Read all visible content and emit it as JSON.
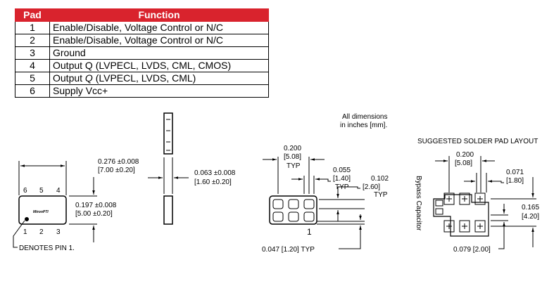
{
  "table": {
    "headers": [
      "Pad",
      "Function"
    ],
    "rows": [
      {
        "pad": "1",
        "function": "Enable/Disable, Voltage Control or N/C"
      },
      {
        "pad": "2",
        "function": "Enable/Disable, Voltage Control or N/C"
      },
      {
        "pad": "3",
        "function": "Ground"
      },
      {
        "pad": "4",
        "function": "Output Q (LVPECL, LVDS, CML, CMOS)"
      },
      {
        "pad": "5",
        "pre": "Output ",
        "qbar": "Q",
        "post": " (LVPECL, LVDS, CML)"
      },
      {
        "pad": "6",
        "function": "Supply Vcc+"
      }
    ]
  },
  "notes": {
    "all_dims_1": "All dimensions",
    "all_dims_2": "in inches [mm].",
    "solder_title": "SUGGESTED SOLDER PAD LAYOUT",
    "bypass": "Bypass Capacitor",
    "pin1": "DENOTES PIN 1.",
    "logo": "MtronPTI"
  },
  "top_view": {
    "width_in": "0.276 ±0.008",
    "width_mm": "[7.00 ±0.20]",
    "height_in": "0.197 ±0.008",
    "height_mm": "[5.00 ±0.20]",
    "pins_top": [
      "6",
      "5",
      "4"
    ],
    "pins_bottom": [
      "1",
      "2",
      "3"
    ]
  },
  "side_view": {
    "thick_in": "0.063 ±0.008",
    "thick_mm": "[1.60 ±0.20]"
  },
  "bottom_view": {
    "pitch_in": "0.200",
    "pitch_mm": "[5.08]",
    "pitch_typ": "TYP",
    "padw_in": "0.055",
    "padw_mm": "[1.40]",
    "padw_typ": "TYP",
    "padh_in": "0.102",
    "padh_mm": "[2.60]",
    "padh_typ": "TYP",
    "edge": "0.047 [1.20] TYP",
    "pin1": "1"
  },
  "solder": {
    "pitch_in": "0.200",
    "pitch_mm": "[5.08]",
    "padw_in": "0.071",
    "padw_mm": "[1.80]",
    "span_in": "0.165",
    "span_mm": "[4.20]",
    "gap": "0.079 [2.00]"
  }
}
